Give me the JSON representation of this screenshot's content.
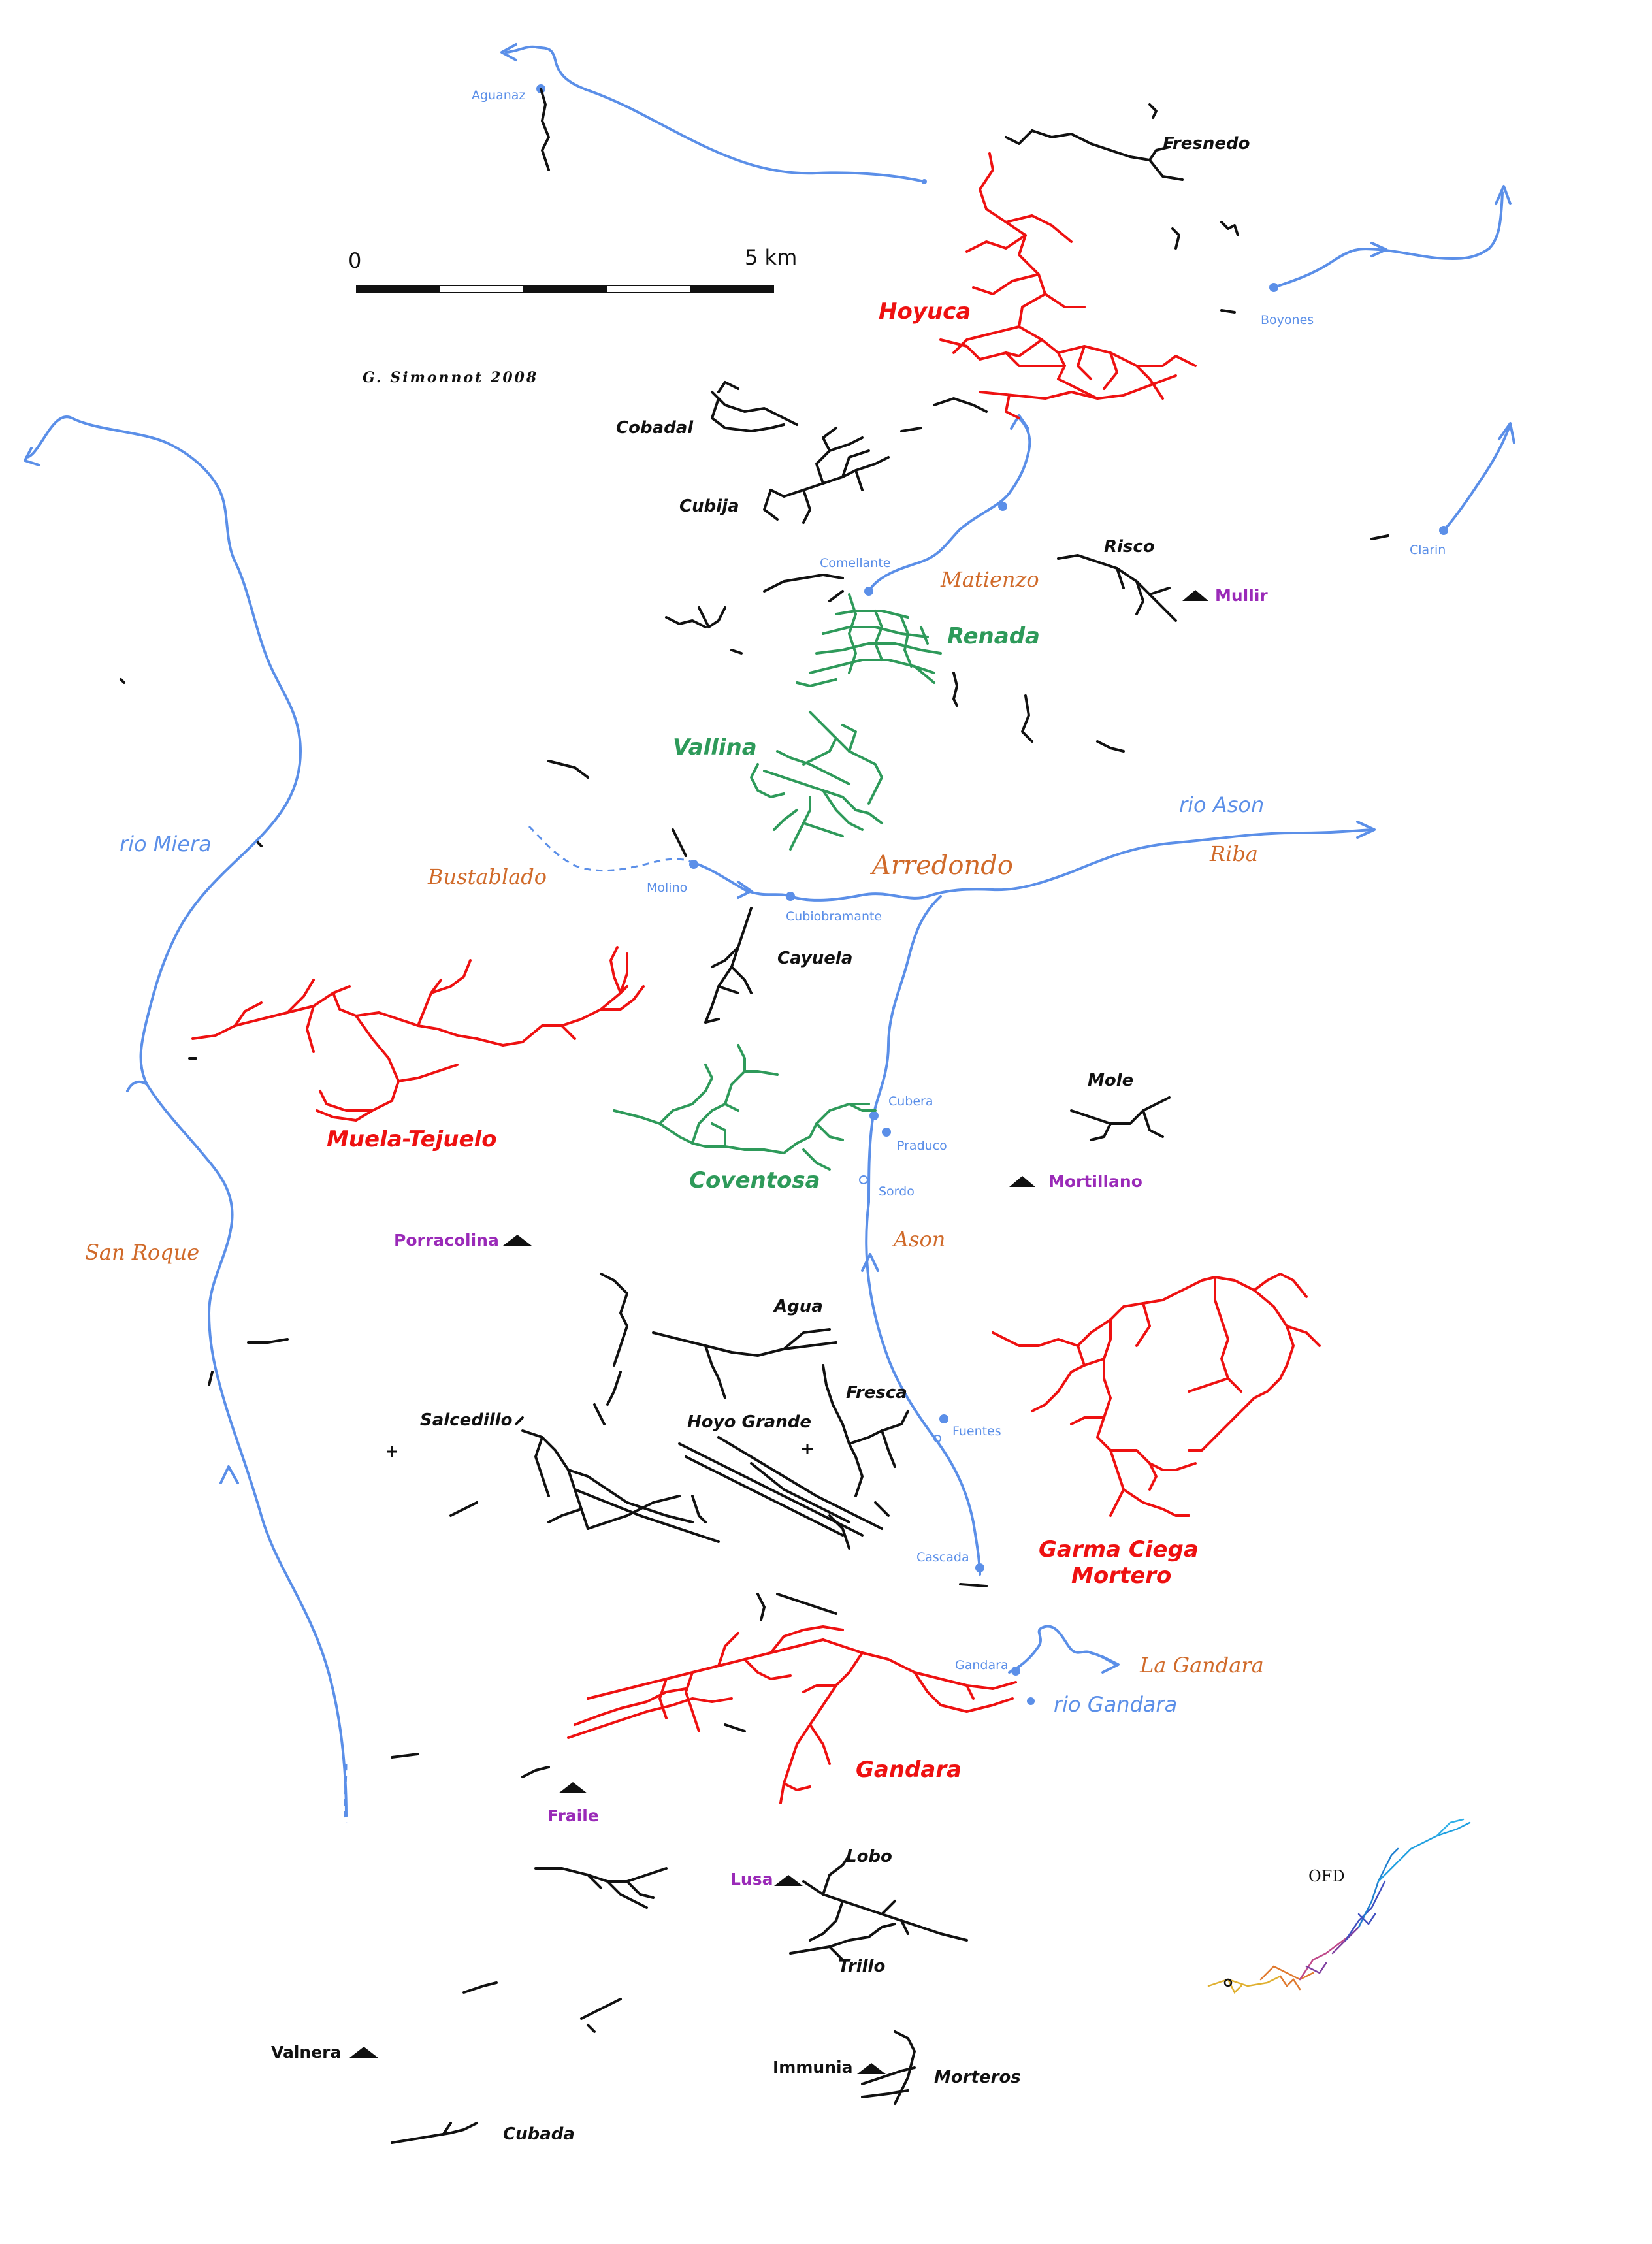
{
  "colors": {
    "river": "#5b8fe8",
    "village": "#d06a2a",
    "peak": "#9a2ab8",
    "cave_red": "#ee1111",
    "cave_green": "#2e9a5a",
    "cave_black": "#111111"
  },
  "scale_bar": {
    "zero_label": "0",
    "end_label": "5 km"
  },
  "author": "G. Simonnot 2008",
  "ofd_label": "OFD",
  "caves": {
    "red": [
      "Hoyuca",
      "Muela-Tejuelo",
      "Garma Ciega",
      "Mortero",
      "Gandara"
    ],
    "green": [
      "Renada",
      "Vallina",
      "Coventosa"
    ],
    "black": [
      "Fresnedo",
      "Cobadal",
      "Cubija",
      "Risco",
      "Cayuela",
      "Mole",
      "Agua",
      "Fresca",
      "Salcedillo",
      "Hoyo Grande",
      "Lobo",
      "Trillo",
      "Morteros",
      "Cubada"
    ]
  },
  "rivers": [
    "rio Miera",
    "rio Ason",
    "rio Gandara"
  ],
  "springs": [
    "Aguanaz",
    "Boyones",
    "Clarin",
    "Comellante",
    "Molino",
    "Cubiobramante",
    "Cubera",
    "Praduco",
    "Sordo",
    "Fuentes",
    "Cascada",
    "Gandara"
  ],
  "villages": [
    "Matienzo",
    "Arredondo",
    "Riba",
    "Bustablado",
    "San Roque",
    "Ason",
    "La Gandara"
  ],
  "peaks": {
    "purple": [
      "Mullir",
      "Mortillano",
      "Porracolina",
      "Fraile",
      "Lusa"
    ],
    "black": [
      "Valnera",
      "Immunia"
    ]
  }
}
